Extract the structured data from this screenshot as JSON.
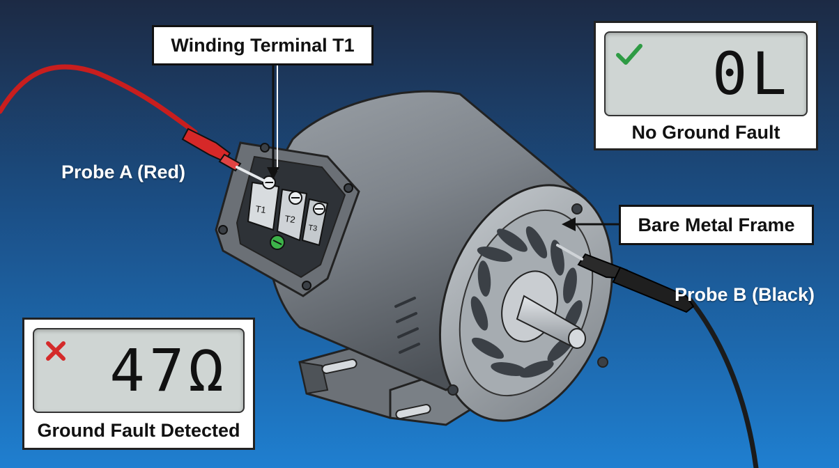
{
  "callouts": {
    "winding_terminal": "Winding Terminal T1",
    "bare_metal_frame": "Bare Metal Frame"
  },
  "probes": {
    "probe_a": "Probe A (Red)",
    "probe_b": "Probe B (Black)"
  },
  "terminal_labels": {
    "t1": "T1",
    "t2": "T2",
    "t3": "T3"
  },
  "meters": {
    "good": {
      "reading": "0L",
      "caption": "No Ground Fault",
      "status": "pass",
      "status_icon": "check-icon",
      "status_color": "#2e9b44"
    },
    "fault": {
      "reading": "47Ω",
      "caption": "Ground Fault Detected",
      "status": "fail",
      "status_icon": "cross-icon",
      "status_color": "#d42a2a"
    }
  },
  "colors": {
    "probe_red": "#d62828",
    "probe_black": "#222222",
    "motor_gray": "#8a9097",
    "ground_screw": "#3db34a"
  }
}
